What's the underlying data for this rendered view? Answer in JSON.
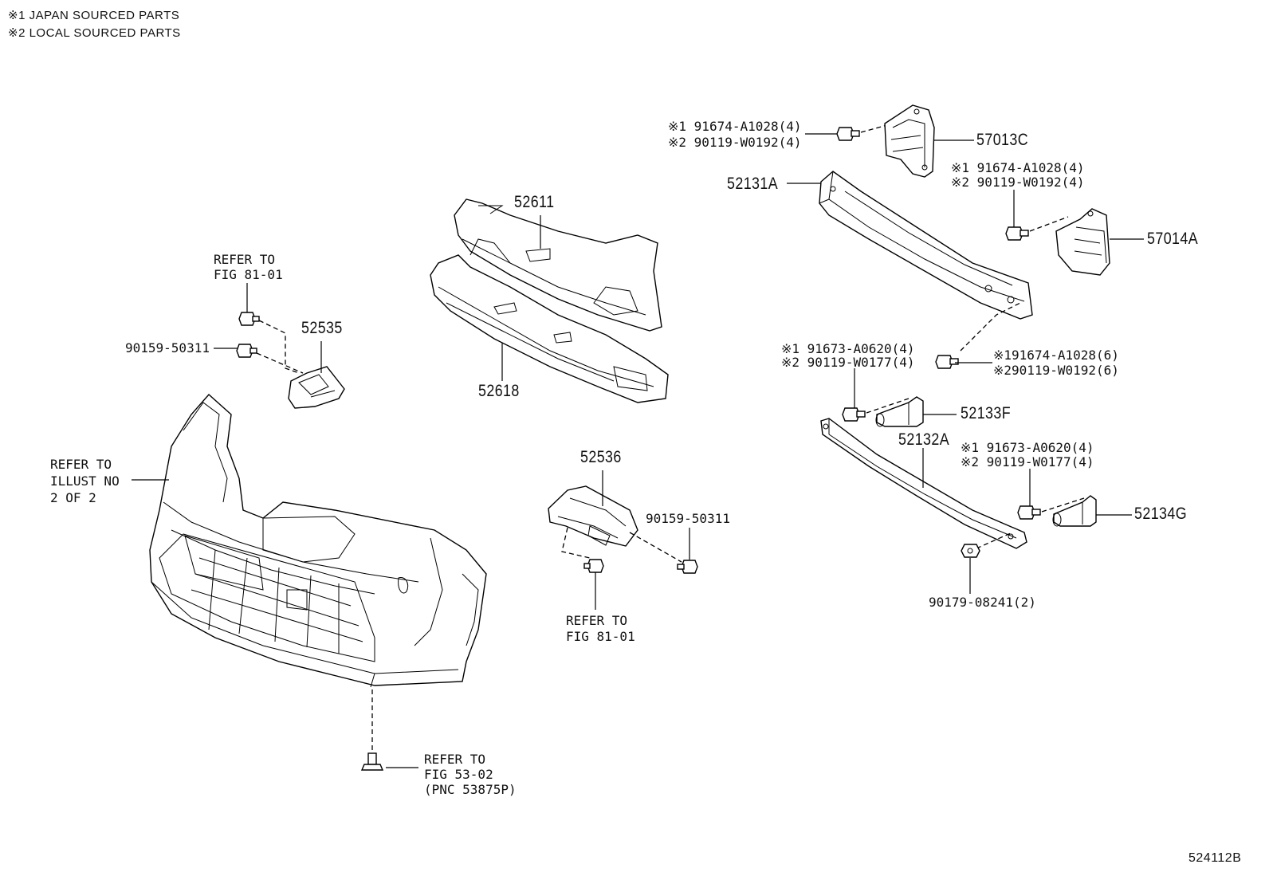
{
  "legend": {
    "note1": "※1 JAPAN SOURCED PARTS",
    "note2": "※2 LOCAL SOURCED PARTS"
  },
  "figure_id": "524112B",
  "labels": {
    "p57013c": "57013C",
    "p52131a": "52131A",
    "p57014a": "57014A",
    "p52611": "52611",
    "p52618": "52618",
    "p52535": "52535",
    "p52536": "52536",
    "p52133f": "52133F",
    "p52132a": "52132A",
    "p52134g": "52134G",
    "bolt_57013c_1": "※1 91674-A1028(4)",
    "bolt_57013c_2": "※2 90119-W0192(4)",
    "bolt_57014a_1": "※1 91674-A1028(4)",
    "bolt_57014a_2": "※2 90119-W0192(4)",
    "bolt_52131a_1": "※191674-A1028(6)",
    "bolt_52131a_2": "※290119-W0192(6)",
    "bolt_52133f_1": "※1 91673-A0620(4)",
    "bolt_52133f_2": "※2 90119-W0177(4)",
    "bolt_52134g_1": "※1 91673-A0620(4)",
    "bolt_52134g_2": "※2 90119-W0177(4)",
    "nut_90179": "90179-08241(2)",
    "screw_90159_left": "90159-50311",
    "screw_90159_right": "90159-50311",
    "refer_fig81_top_1": "REFER TO",
    "refer_fig81_top_2": "FIG 81-01",
    "refer_illust_1": "REFER TO",
    "refer_illust_2": "ILLUST NO",
    "refer_illust_3": "2 OF 2",
    "refer_fig81_mid_1": "REFER TO",
    "refer_fig81_mid_2": "FIG 81-01",
    "refer_fig53_1": "REFER TO",
    "refer_fig53_2": "FIG 53-02",
    "refer_fig53_3": "(PNC 53875P)"
  }
}
